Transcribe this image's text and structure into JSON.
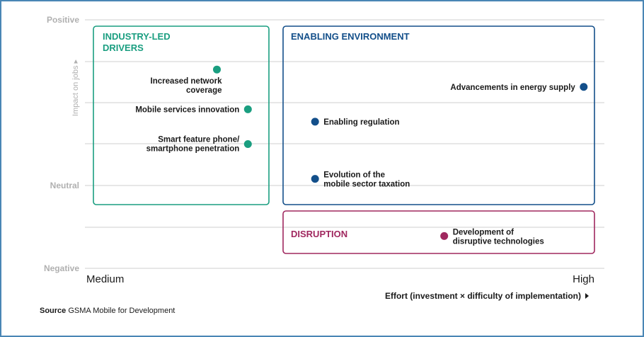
{
  "chart_data": {
    "type": "scatter",
    "title": "",
    "xlabel": "Effort (investment × difficulty of implementation)",
    "ylabel": "Impact on jobs",
    "x_ticks": [
      "Medium",
      "High"
    ],
    "y_ticks": [
      "Positive",
      "Neutral",
      "Negative"
    ],
    "grid": true,
    "quadrants": [
      {
        "name": "INDUSTRY-LED\nDRIVERS",
        "color": "#1a9e80"
      },
      {
        "name": "ENABLING ENVIRONMENT",
        "color": "#134f8a"
      },
      {
        "name": "DISRUPTION",
        "color": "#a0285f"
      }
    ],
    "points": [
      {
        "label": "Increased network\ncoverage",
        "group": "INDUSTRY-LED DRIVERS",
        "x": 0.25,
        "y": 0.8
      },
      {
        "label": "Mobile services innovation",
        "group": "INDUSTRY-LED DRIVERS",
        "x": 0.31,
        "y": 0.64
      },
      {
        "label": "Smart feature phone/\nsmartphone penetration",
        "group": "INDUSTRY-LED DRIVERS",
        "x": 0.31,
        "y": 0.5
      },
      {
        "label": "Advancements in energy supply",
        "group": "ENABLING ENVIRONMENT",
        "x": 0.96,
        "y": 0.73
      },
      {
        "label": "Enabling regulation",
        "group": "ENABLING ENVIRONMENT",
        "x": 0.44,
        "y": 0.59
      },
      {
        "label": "Evolution of the\nmobile sector taxation",
        "group": "ENABLING ENVIRONMENT",
        "x": 0.44,
        "y": 0.36
      },
      {
        "label": "Development of\ndisruptive technologies",
        "group": "DISRUPTION",
        "x": 0.69,
        "y": 0.13
      }
    ]
  },
  "source": {
    "label": "Source",
    "text": "GSMA Mobile for Development"
  }
}
